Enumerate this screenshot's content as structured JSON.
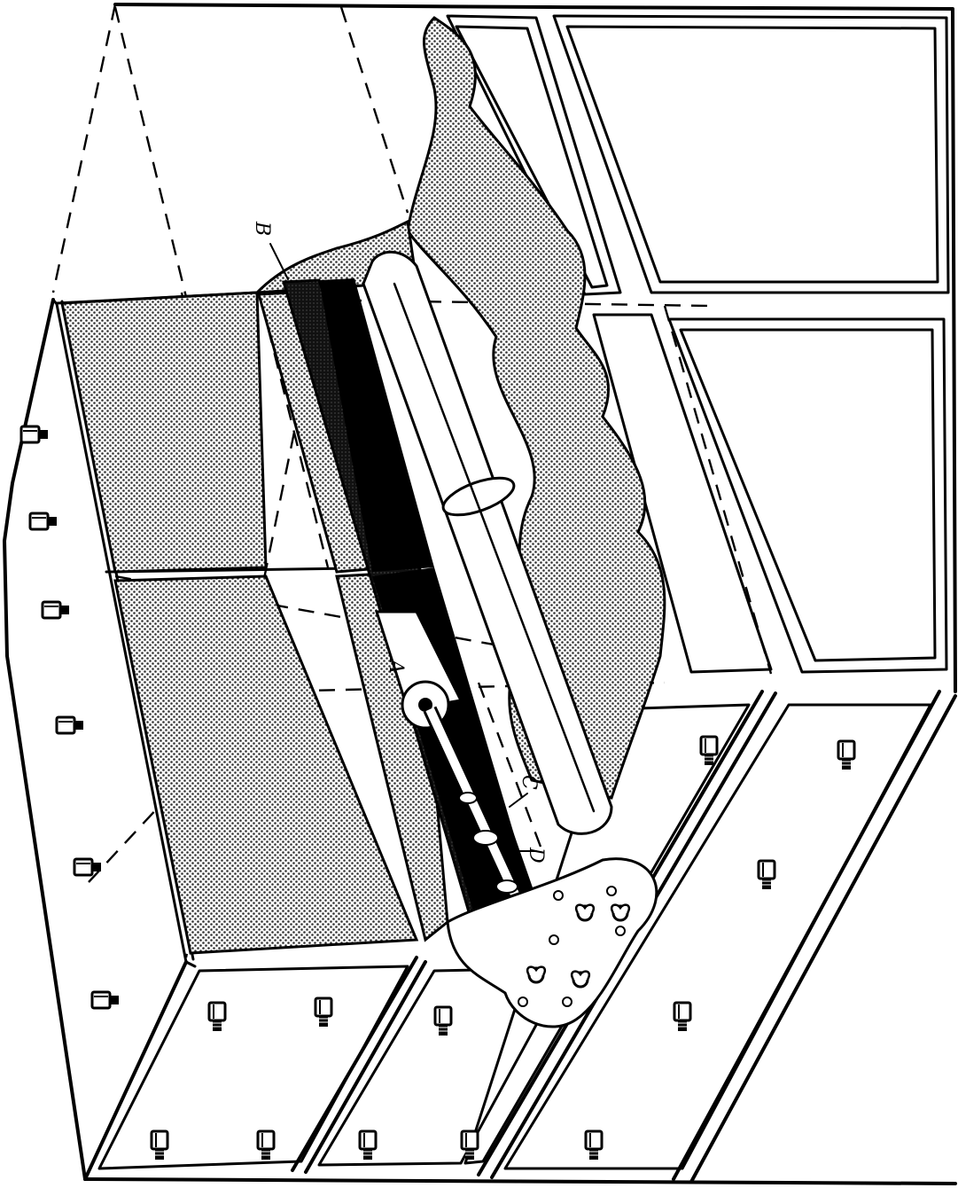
{
  "figure": {
    "labels": {
      "a": "A",
      "b": "B",
      "c": "C",
      "d": "D"
    },
    "colors": {
      "ink": "#000000",
      "paper": "#ffffff",
      "stipple": "#555555"
    },
    "icons": [
      "bolt-icon",
      "wing-nut-icon"
    ]
  }
}
